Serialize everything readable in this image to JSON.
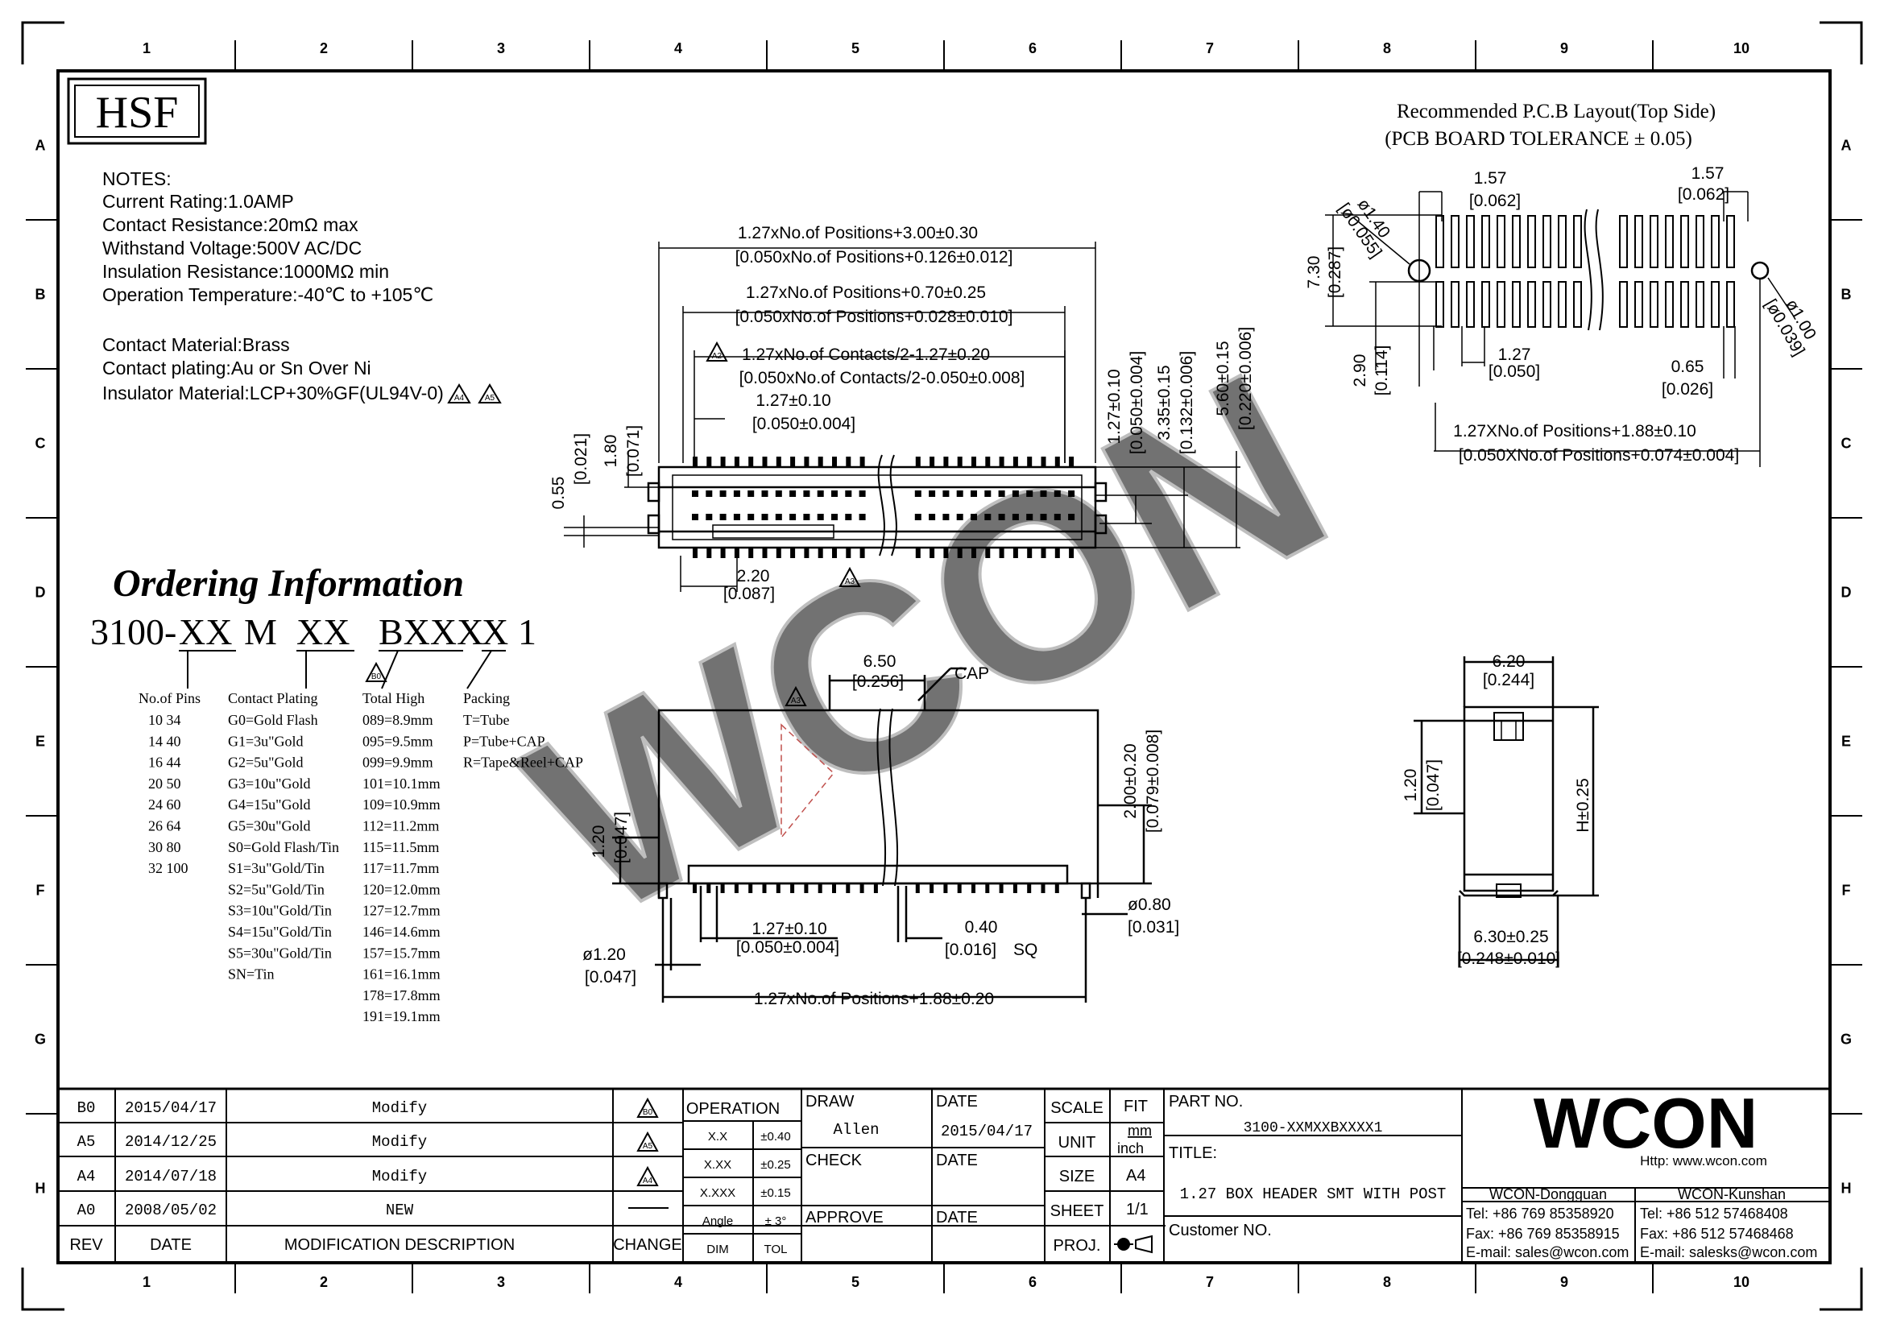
{
  "logo": {
    "text": "HSF"
  },
  "notes": {
    "heading": "NOTES:",
    "lines": [
      "Current  Rating:1.0AMP",
      "Contact  Resistance:20mΩ    max",
      "Withstand  Voltage:500V  AC/DC",
      "Insulation  Resistance:1000MΩ  min",
      "Operation  Temperature:-40℃  to  +105℃",
      "",
      "Contact  Material:Brass",
      "Contact  plating:Au  or  Sn  Over  Ni",
      "Insulator  Material:LCP+30%GF(UL94V-0)"
    ],
    "badges": [
      "A4",
      "A5"
    ]
  },
  "grid": {
    "columns": [
      "1",
      "2",
      "3",
      "4",
      "5",
      "6",
      "7",
      "8",
      "9",
      "10"
    ],
    "rows": [
      "A",
      "B",
      "C",
      "D",
      "E",
      "F",
      "G",
      "H"
    ]
  },
  "pcb_layout": {
    "title": "Recommended  P.C.B Layout(Top Side)",
    "subtitle": "(PCB BOARD TOLERANCE ± 0.05)",
    "dims": [
      {
        "mm": "1.57",
        "inch": "[0.062]"
      },
      {
        "mm": "1.57",
        "inch": "[0.062]"
      },
      {
        "mm": "7.30",
        "inch": "[0.287]"
      },
      {
        "mm": "ø1.40",
        "inch": "[ø0.055]"
      },
      {
        "mm": "ø1.00",
        "inch": "[ø0.039]"
      },
      {
        "mm": "2.90",
        "inch": "[0.114]"
      },
      {
        "mm": "1.27",
        "inch": "[0.050]"
      },
      {
        "mm": "0.65",
        "inch": "[0.026]"
      },
      {
        "mm": "1.27XNo.of  Positions+1.88±0.10",
        "inch": "[0.050XNo.of  Positions+0.074±0.004]"
      }
    ]
  },
  "top_view": {
    "dims": [
      {
        "mm": "1.27xNo.of  Positions+3.00±0.30",
        "inch": "[0.050xNo.of  Positions+0.126±0.012]"
      },
      {
        "mm": "1.27xNo.of  Positions+0.70±0.25",
        "inch": "[0.050xNo.of  Positions+0.028±0.010]"
      },
      {
        "mm": "1.27xNo.of  Contacts/2-1.27±0.20",
        "inch": "[0.050xNo.of  Contacts/2-0.050±0.008]"
      },
      {
        "mm": "1.27±0.10",
        "inch": "[0.050±0.004]"
      },
      {
        "mm": "0.55",
        "inch": "[0.021]"
      },
      {
        "mm": "1.80",
        "inch": "[0.071]"
      },
      {
        "mm": "1.27±0.10",
        "inch": "[0.050±0.004]"
      },
      {
        "mm": "3.35±0.15",
        "inch": "[0.132±0.006]"
      },
      {
        "mm": "5.60±0.15",
        "inch": "[0.220±0.006]"
      },
      {
        "mm": "2.20",
        "inch": "[0.087]"
      }
    ],
    "badges": [
      "A2",
      "A3"
    ]
  },
  "front_view": {
    "dims": [
      {
        "mm": "6.50",
        "inch": "[0.256]"
      },
      {
        "mm": "1.20",
        "inch": "[0.047]"
      },
      {
        "mm": "2.00±0.20",
        "inch": "[0.079±0.008]"
      },
      {
        "mm": "ø0.80",
        "inch": "[0.031]"
      },
      {
        "mm": "1.27±0.10",
        "inch": "[0.050±0.004]"
      },
      {
        "mm": "0.40",
        "inch": "[0.016]"
      },
      {
        "mm": "ø1.20",
        "inch": "[0.047]"
      },
      {
        "mm": "1.27xNo.of  Positions+1.88±0.20",
        "inch": ""
      }
    ],
    "cap_label": "CAP",
    "sq_label": "SQ",
    "badges": [
      "A3"
    ]
  },
  "side_view": {
    "dims": [
      {
        "mm": "6.20",
        "inch": "[0.244]"
      },
      {
        "mm": "1.20",
        "inch": "[0.047]"
      },
      {
        "mm": "H±0.25",
        "inch": ""
      },
      {
        "mm": "6.30±0.25",
        "inch": "[0.248±0.010]"
      }
    ]
  },
  "ordering": {
    "title": "Ordering Information",
    "code": [
      "3100-",
      "XX",
      "M",
      "XX",
      "BXXX",
      "X",
      "1"
    ],
    "badge": "B0",
    "no_of_pins": {
      "label": "No.of Pins",
      "rows": [
        "10  34",
        "14  40",
        "16  44",
        "20  50",
        "24  60",
        "26  64",
        "30  80",
        "32  100"
      ]
    },
    "contact_plating": {
      "label": "Contact Plating",
      "rows": [
        "G0=Gold Flash",
        "G1=3u\"Gold",
        "G2=5u\"Gold",
        "G3=10u\"Gold",
        "G4=15u\"Gold",
        "G5=30u\"Gold",
        "S0=Gold Flash/Tin",
        "S1=3u\"Gold/Tin",
        "S2=5u\"Gold/Tin",
        "S3=10u\"Gold/Tin",
        "S4=15u\"Gold/Tin",
        "S5=30u\"Gold/Tin",
        "SN=Tin"
      ]
    },
    "total_high": {
      "label": "Total High",
      "rows": [
        "089=8.9mm",
        "095=9.5mm",
        "099=9.9mm",
        "101=10.1mm",
        "109=10.9mm",
        "112=11.2mm",
        "115=11.5mm",
        "117=11.7mm",
        "120=12.0mm",
        "127=12.7mm",
        "146=14.6mm",
        "157=15.7mm",
        "161=16.1mm",
        "178=17.8mm",
        "191=19.1mm"
      ]
    },
    "packing": {
      "label": "Packing",
      "rows": [
        "T=Tube",
        "P=Tube+CAP",
        "R=Tape&Reel+CAP"
      ]
    }
  },
  "watermark": "WCON",
  "title_block": {
    "revisions": [
      {
        "rev": "B0",
        "date": "2015/04/17",
        "desc": "Modify",
        "change": "B0"
      },
      {
        "rev": "A5",
        "date": "2014/12/25",
        "desc": "Modify",
        "change": "A5"
      },
      {
        "rev": "A4",
        "date": "2014/07/18",
        "desc": "Modify",
        "change": "A4"
      },
      {
        "rev": "A0",
        "date": "2008/05/02",
        "desc": "NEW",
        "change": ""
      }
    ],
    "rev_header": {
      "rev": "REV",
      "date": "DATE",
      "desc": "MODIFICATION  DESCRIPTION",
      "change": "CHANGE"
    },
    "operation": {
      "label": "OPERATION",
      "rows": [
        [
          "X.X",
          "±0.40"
        ],
        [
          "X.XX",
          "±0.25"
        ],
        [
          "X.XXX",
          "±0.15"
        ],
        [
          "Angle",
          "± 3°"
        ]
      ],
      "footer": [
        "DIM",
        "TOL"
      ]
    },
    "draw_label": "DRAW",
    "draw_value": "Allen",
    "date_label": "DATE",
    "date_value": "2015/04/17",
    "check_label": "CHECK",
    "check_date_label": "DATE",
    "approve_label": "APPROVE",
    "approve_date_label": "DATE",
    "scale_label": "SCALE",
    "scale_value": "FIT",
    "unit_label": "UNIT",
    "unit_value_1": "mm",
    "unit_value_2": "inch",
    "size_label": "SIZE",
    "size_value": "A4",
    "sheet_label": "SHEET",
    "sheet_value": "1/1",
    "proj_label": "PROJ.",
    "part_no_label": "PART NO.",
    "part_no_value": "3100-XXMXXBXXXX1",
    "title_label": "TITLE:",
    "title_value": "1.27 BOX HEADER SMT WITH POST",
    "customer_label": "Customer NO.",
    "company": {
      "logo": "WCON",
      "http": "Http: www.wcon.com",
      "dongguan": {
        "name": "WCON-Dongguan",
        "tel": "Tel: +86 769 85358920",
        "fax": "Fax: +86 769 85358915",
        "email": "E-mail: sales@wcon.com"
      },
      "kunshan": {
        "name": "WCON-Kunshan",
        "tel": "Tel: +86 512 57468408",
        "fax": "Fax: +86 512 57468468",
        "email": "E-mail: salesks@wcon.com"
      }
    }
  }
}
